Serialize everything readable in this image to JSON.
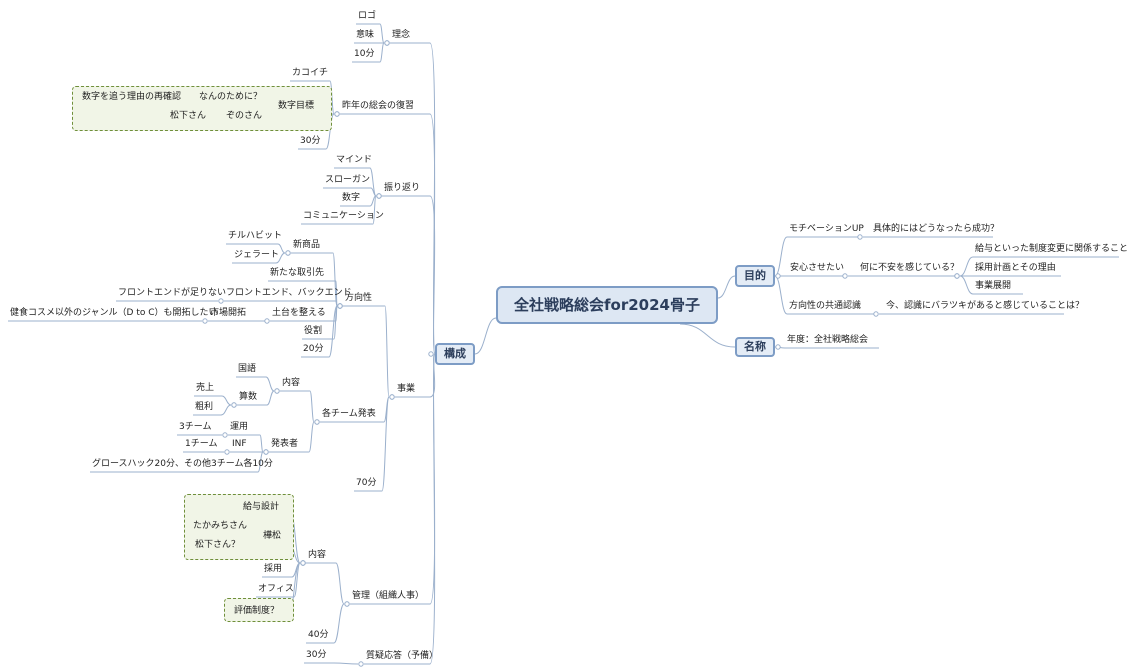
{
  "central": "全社戦略総会for2024骨子",
  "branches": {
    "kosei": "構成",
    "mokuteki": "目的",
    "meisho": "名称"
  },
  "nodes": {
    "rinen": "理念",
    "rogo": "ロゴ",
    "imi": "意味",
    "rinen_time": "10分",
    "fukushu": "昨年の総会の復習",
    "kakoichi": "カコイチ",
    "suuji_mokuhyo": "数字目標",
    "nannotame": "なんのために？",
    "suuji_riyu": "数字を追う理由の再確認",
    "zono": "ぞのさん",
    "matsushita": "松下さん",
    "fukushu_time": "30分",
    "furikaeri": "振り返り",
    "mind": "マインド",
    "slogan": "スローガン",
    "suuji": "数字",
    "comm": "コミュニケーション",
    "jigyo": "事業",
    "houkousei": "方向性",
    "shinshohin": "新商品",
    "chiruhabit": "チルハビット",
    "gelato": "ジェラート",
    "torihiki": "新たな取引先",
    "front_back": "フロントエンド、バックエンド",
    "front_short": "フロントエンドが足りない",
    "dodai": "土台を整える",
    "shijo": "市場開拓",
    "kenko": "健食コスメ以外のジャンル（D to C）も開拓したい",
    "yakuwari": "役割",
    "houkousei_time": "20分",
    "kakuteam": "各チーム発表",
    "naiyo_team": "内容",
    "kokugo": "国語",
    "sansu": "算数",
    "uriage": "売上",
    "arari": "粗利",
    "happyosha": "発表者",
    "unyo": "運用",
    "three_team": "3チーム",
    "inf": "INF",
    "one_team": "1チーム",
    "growth": "グロースハック20分、その他3チーム各10分",
    "jigyo_time": "70分",
    "kanri": "管理（組織人事）",
    "naiyo_kanri": "内容",
    "kyuyo": "給与設計",
    "kashimatsu": "樺松",
    "takamichi": "たかみちさん",
    "matsushita_q": "松下さん？",
    "saiyo": "採用",
    "office": "オフィス",
    "hyoka": "評価制度？",
    "kanri_time": "40分",
    "shitsugi": "質疑応答（予備）",
    "shitsugi_time": "30分",
    "motivation": "モチベーションUP",
    "gutaiteki": "具体的にはどうなったら成功？",
    "anshin": "安心させたい",
    "fuan": "何に不安を感じている？",
    "kyuyo_seido": "給与といった制度変更に関係すること",
    "saiyo_keikaku": "採用計画とその理由",
    "jigyo_tenkai": "事業展開",
    "kyotsu": "方向性の共通認識",
    "baratsuki": "今、認識にバラツキがあると感じていることは？",
    "nendo": "年度：全社戦略総会"
  },
  "colors": {
    "line": "#9bb0cc",
    "central_fill": "#dde7f3",
    "central_border": "#7d9cc5",
    "group_border": "#6f8f3a",
    "group_fill": "#f1f5e7"
  }
}
